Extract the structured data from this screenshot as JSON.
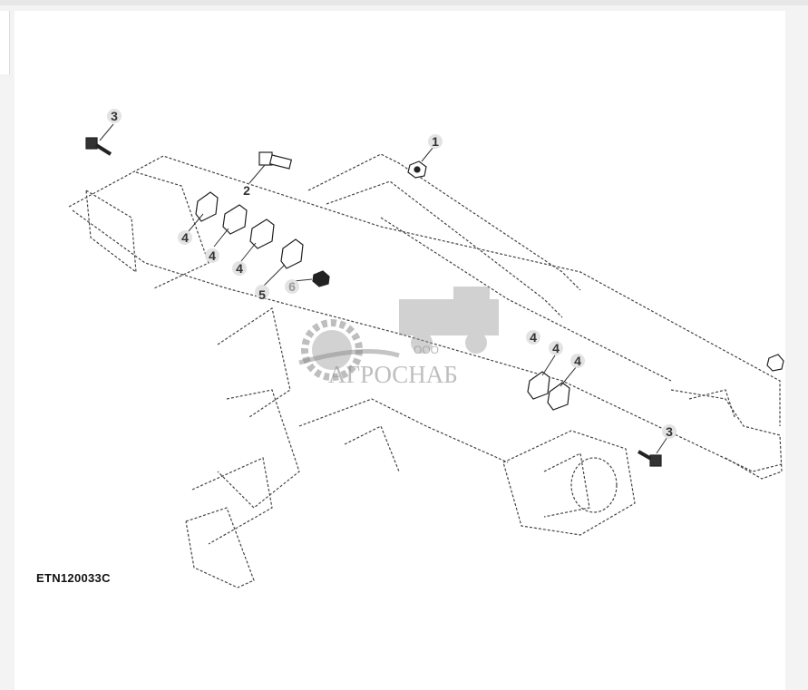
{
  "figure": {
    "id": "ETN120033C"
  },
  "callouts": {
    "c1": "1",
    "c2": "2",
    "c3a": "3",
    "c3b": "3",
    "c4a": "4",
    "c4b": "4",
    "c4c": "4",
    "c4d": "4",
    "c4e": "4",
    "c4f": "4",
    "c5": "5",
    "c6": "6"
  },
  "watermark": {
    "company_prefix": "ООО",
    "company_name": "АГРОСНАБ",
    "colors": {
      "logo": "#8a8a8a",
      "line_art": "#444444"
    }
  }
}
